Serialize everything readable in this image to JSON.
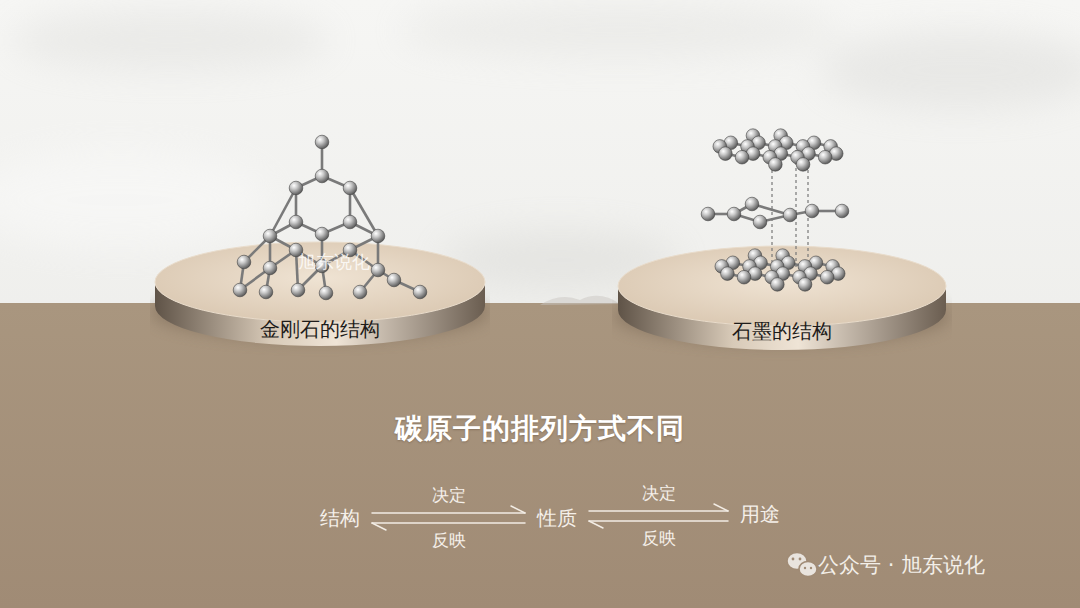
{
  "diagram": {
    "title": "碳原子的排列方式不同",
    "nodes": [
      {
        "text": [
          "金刚石的结构"
        ]
      },
      {
        "text": [
          "石墨的结构"
        ]
      },
      {
        "text": [
          "结构"
        ]
      },
      {
        "text": [
          "性质"
        ]
      },
      {
        "text": [
          "用途"
        ]
      }
    ],
    "edges": [
      {
        "from": 2,
        "to": 3,
        "label": "决定",
        "arrow": "to"
      },
      {
        "from": 3,
        "to": 2,
        "label": "反映",
        "arrow": "to"
      },
      {
        "from": 3,
        "to": 4,
        "label": "决定",
        "arrow": "to"
      },
      {
        "from": 4,
        "to": 3,
        "label": "反映",
        "arrow": "to"
      }
    ],
    "labels": [
      "旭东说化",
      "公众号 · 旭东说化"
    ]
  }
}
